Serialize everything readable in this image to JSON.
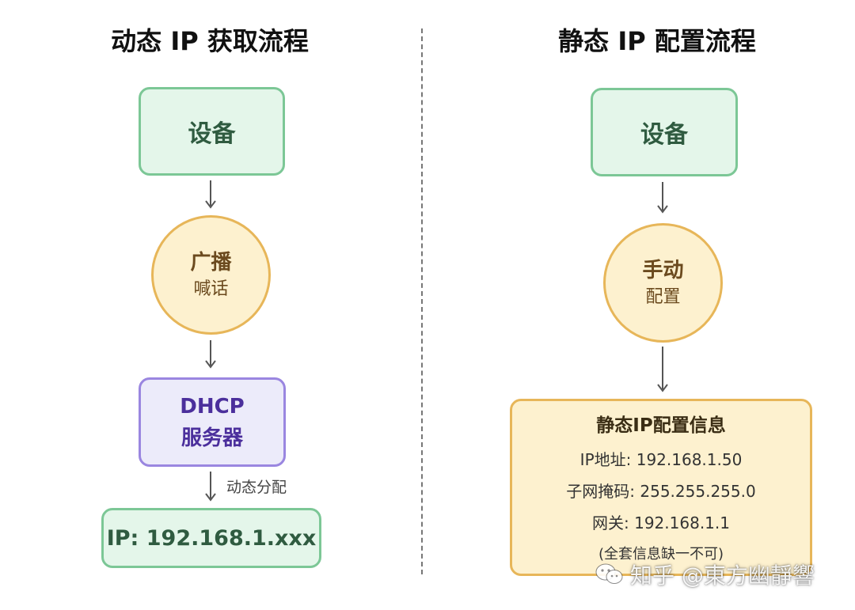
{
  "left": {
    "title": "动态 IP 获取流程",
    "device": "设备",
    "broadcast": {
      "main": "广播",
      "sub": "喊话"
    },
    "server": {
      "line1": "DHCP",
      "line2": "服务器"
    },
    "edge_label": "动态分配",
    "result": "IP: 192.168.1.xxx"
  },
  "right": {
    "title": "静态 IP 配置流程",
    "device": "设备",
    "manual": {
      "main": "手动",
      "sub": "配置"
    },
    "info": {
      "title": "静态IP配置信息",
      "lines": [
        "IP地址: 192.168.1.50",
        "子网掩码: 255.255.255.0",
        "网关: 192.168.1.1"
      ],
      "note": "(全套信息缺一不可)"
    }
  },
  "watermark": {
    "text": "知乎 @東方幽靜響",
    "icon": "wechat-icon"
  },
  "colors": {
    "green_fill": "#e4f6ea",
    "green_border": "#7cc796",
    "yellow_fill": "#fdf1cf",
    "yellow_border": "#e7b659",
    "purple_fill": "#ecebfa",
    "purple_border": "#9a86e0",
    "purple_text": "#4b2f9c",
    "arrow": "#555555"
  }
}
